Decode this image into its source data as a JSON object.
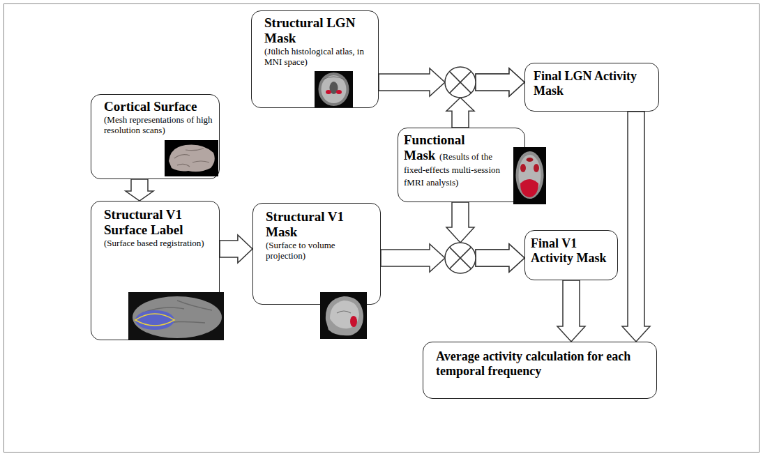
{
  "diagram": {
    "nodes": [
      {
        "text": [
          "Structural LGN Mask",
          "(Jülich histological atlas, in MNI space)"
        ]
      },
      {
        "text": [
          "Cortical Surface",
          "(Mesh representations of high resolution scans)"
        ]
      },
      {
        "text": [
          "Final LGN Activity Mask"
        ]
      },
      {
        "text": [
          "Functional Mask",
          "(Results of the fixed-effects multi-session fMRI analysis)"
        ]
      },
      {
        "text": [
          "Structural V1 Surface Label",
          "(Surface based registration)"
        ]
      },
      {
        "text": [
          "Structural V1 Mask",
          "(Surface to volume projection)"
        ]
      },
      {
        "text": [
          "Final V1 Activity Mask"
        ]
      },
      {
        "text": [
          "Average activity calculation for each temporal frequency"
        ]
      }
    ],
    "edges": [
      {
        "from": 1,
        "to": 4,
        "arrow": "to"
      },
      {
        "from": 4,
        "to": 5,
        "arrow": "to"
      },
      {
        "from": 0,
        "to": 2,
        "arrow": "to"
      },
      {
        "from": 3,
        "to": 2,
        "arrow": "to"
      },
      {
        "from": 5,
        "to": 6,
        "arrow": "to"
      },
      {
        "from": 3,
        "to": 6,
        "arrow": "to"
      },
      {
        "from": 6,
        "to": 7,
        "arrow": "to"
      },
      {
        "from": 2,
        "to": 7,
        "arrow": "to"
      }
    ]
  }
}
